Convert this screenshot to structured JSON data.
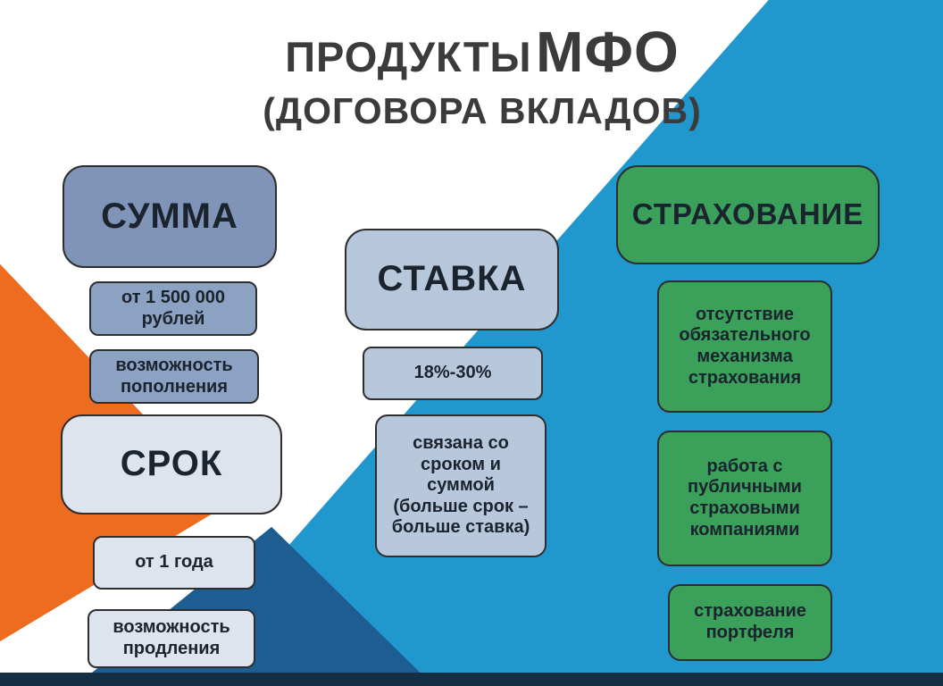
{
  "title": {
    "part1": "ПРОДУКТЫ",
    "part2": "МФО",
    "line2": "(ДОГОВОРА ВКЛАДОВ)"
  },
  "col_sum": {
    "header": "СУММА",
    "box1": "от 1 500 000\nрублей",
    "box2": "возможность\nпополнения",
    "header2": "СРОК",
    "box3": "от 1 года",
    "box4": "возможность\nпродления"
  },
  "col_rate": {
    "header": "СТАВКА",
    "box1": "18%-30%",
    "box2": "связана со\nсроком и\nсуммой\n(больше срок –\nбольше ставка)"
  },
  "col_insurance": {
    "header": "СТРАХОВАНИЕ",
    "box1": "отсутствие\nобязательного\nмеханизма\nстрахования",
    "box2": "работа с\nпубличными\nстраховыми\nкомпаниями",
    "box3": "страхование\nпортфеля"
  },
  "colors": {
    "blue-bg": "#2098ce",
    "orange": "#ee6c20",
    "navy-tri": "#1d5d92",
    "bottom-strip": "#142e44",
    "header-blue": "#8094b8",
    "sub-blue": "#8ca2c2",
    "light-box": "#dde4ed",
    "rate-box": "#b8c8dc",
    "green": "#3aa05a",
    "box-border": "#2e2e2e",
    "box-text": "#1a232e",
    "title-color": "#3b3b3b"
  }
}
